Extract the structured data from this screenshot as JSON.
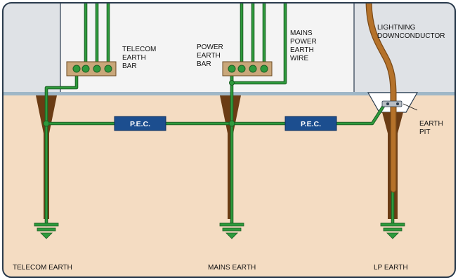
{
  "labels": {
    "telecom_earth_bar": [
      "TELECOM",
      "EARTH",
      "BAR"
    ],
    "power_earth_bar": [
      "POWER",
      "EARTH",
      "BAR"
    ],
    "mains_power_earth_wire": [
      "MAINS",
      "POWER",
      "EARTH",
      "WIRE"
    ],
    "lightning_downconductor": [
      "LIGHTNING",
      "DOWNCONDUCTOR"
    ],
    "earth_pit": [
      "EARTH",
      "PIT"
    ],
    "pec_left": "P.E.C.",
    "pec_right": "P.E.C.",
    "telecom_earth": "TELECOM EARTH",
    "mains_earth": "MAINS EARTH",
    "lp_earth": "LP EARTH"
  },
  "colors": {
    "sky": "#dfe2e6",
    "building": "#f4f4f4",
    "soil": "#f4dcc2",
    "ground_line": "#9fb7c7",
    "wire": "#2e9a3c",
    "wire_outline": "#1b5f24",
    "rod": "#6b3c14",
    "busbar": "#c9a77a",
    "pec_box": "#1c4e8f",
    "downconductor": "#b5722a",
    "frame": "#2a3b4d"
  }
}
